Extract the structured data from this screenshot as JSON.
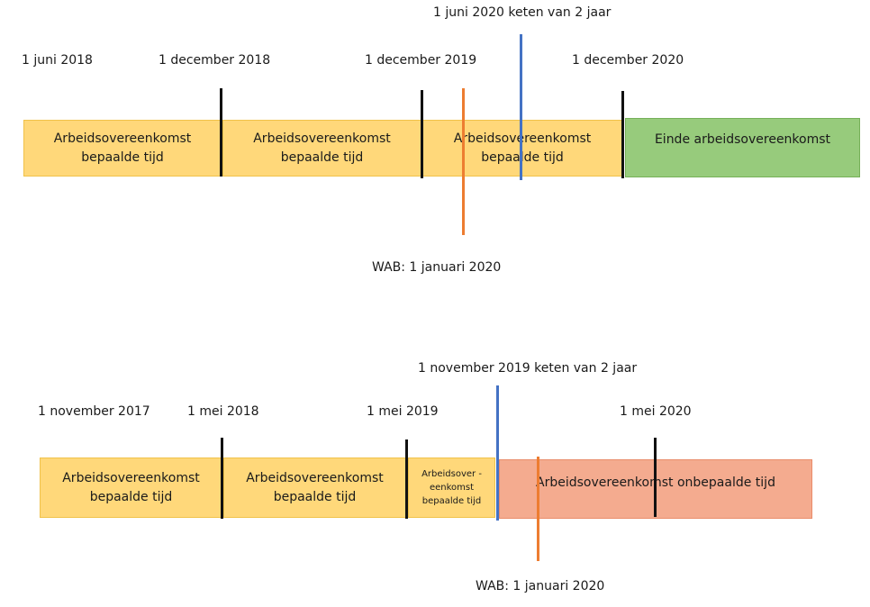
{
  "top": {
    "labels": {
      "keten": "1 juni 2020 keten van 2 jaar",
      "d1": "1 juni 2018",
      "d2": "1 december 2018",
      "d3": "1 december 2019",
      "d4": "1 december 2020",
      "wab": "WAB: 1 januari 2020"
    },
    "boxes": {
      "b1": "Arbeidsovereenkomst\nbepaalde tijd",
      "b2": "Arbeidsovereenkomst\nbepaalde tijd",
      "b3": "Arbeidsovereenkomst\nbepaalde tijd",
      "b4": "Einde arbeidsovereenkomst"
    }
  },
  "bottom": {
    "labels": {
      "keten": "1 november 2019 keten van 2 jaar",
      "d1": "1 november 2017",
      "d2": "1 mei 2018",
      "d3": "1 mei 2019",
      "d4": "1 mei 2020",
      "wab": "WAB: 1 januari 2020"
    },
    "boxes": {
      "b1": "Arbeidsovereenkomst\nbepaalde tijd",
      "b2": "Arbeidsovereenkomst\nbepaalde tijd",
      "b3": "Arbeidsover -\neenkomst\nbepaalde tijd",
      "b4": "Arbeidsovereenkomst onbepaalde tijd"
    }
  },
  "colors": {
    "bepaalde": "#ffd87a",
    "einde": "#97cb7c",
    "onbepaalde": "#f4ab8f",
    "keten_line": "#4472c4",
    "wab_line": "#ed7d31"
  }
}
